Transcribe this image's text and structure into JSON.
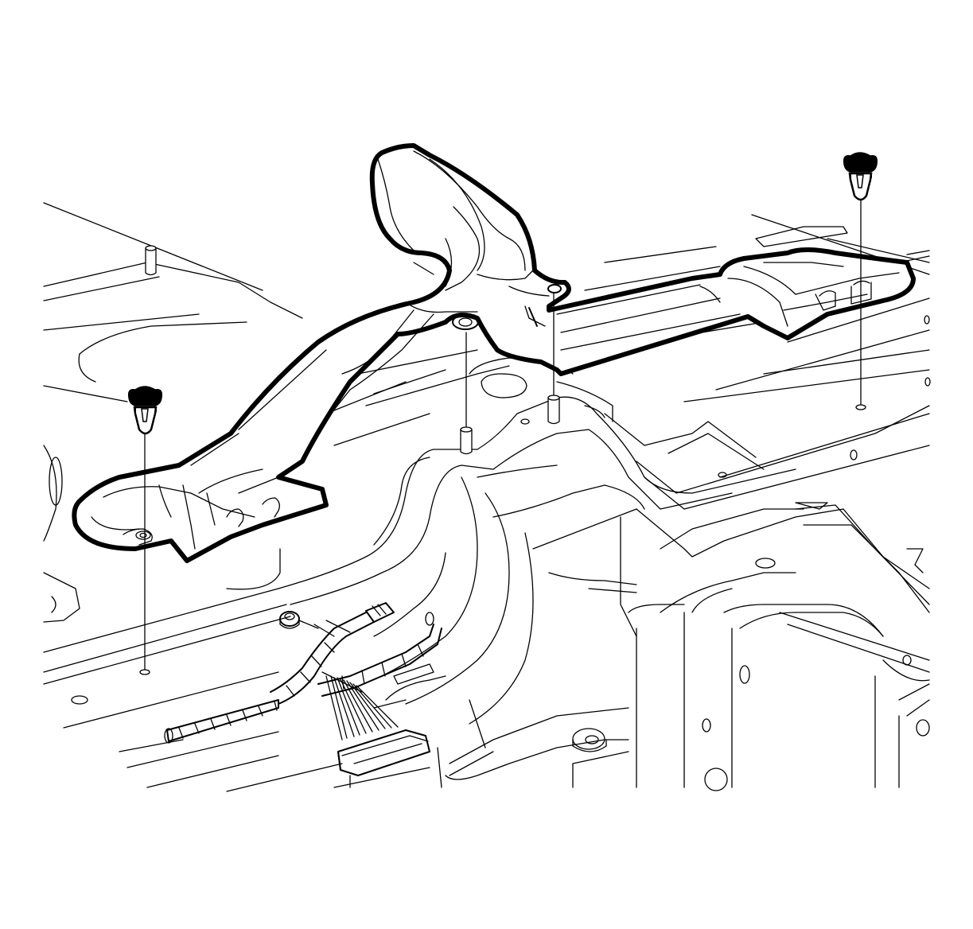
{
  "diagram": {
    "colors": {
      "line": "#000000",
      "background": "#ffffff"
    },
    "callouts": [
      {
        "id": "left-push-pin",
        "icon": "push-pin-retainer-icon"
      },
      {
        "id": "right-push-pin",
        "icon": "push-pin-retainer-icon"
      }
    ],
    "parts": [
      "floor-panel",
      "rear-air-duct",
      "duct-locating-studs",
      "wiring-harness-connector",
      "harness-ground-bolt"
    ]
  }
}
